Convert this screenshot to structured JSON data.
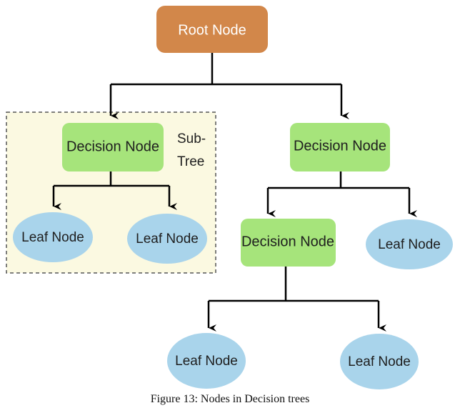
{
  "nodes": {
    "root": "Root Node",
    "decision_left": "Decision Node",
    "decision_right": "Decision Node",
    "decision_lower": "Decision Node",
    "leaf_1": "Leaf Node",
    "leaf_2": "Leaf Node",
    "leaf_3": "Leaf Node",
    "leaf_4": "Leaf Node",
    "leaf_5": "Leaf Node"
  },
  "subtree_label": {
    "line1": "Sub-",
    "line2": "Tree"
  },
  "caption": "Figure 13: Nodes in Decision trees",
  "colors": {
    "root_fill": "#D2874A",
    "decision_fill": "#A6E47B",
    "leaf_fill": "#A9D4EB",
    "subtree_fill": "#FBF9E1",
    "subtree_border": "#555555",
    "edge": "#000000"
  }
}
